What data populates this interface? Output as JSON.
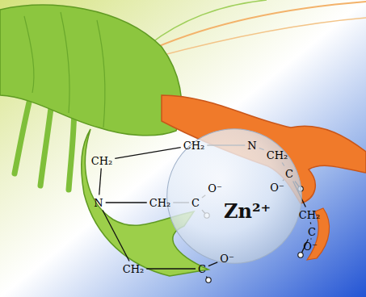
{
  "diagram": {
    "nodes": [
      {
        "text": [
          "Zn²⁺"
        ]
      }
    ],
    "labels": [
      "CH₂",
      "N",
      "CH₂",
      "CH₂",
      "C",
      "O⁻",
      "N",
      "CH₂",
      "C",
      "O⁻",
      "CH₂",
      "C",
      "O⁻",
      "CH₂",
      "C",
      "O⁻"
    ]
  }
}
